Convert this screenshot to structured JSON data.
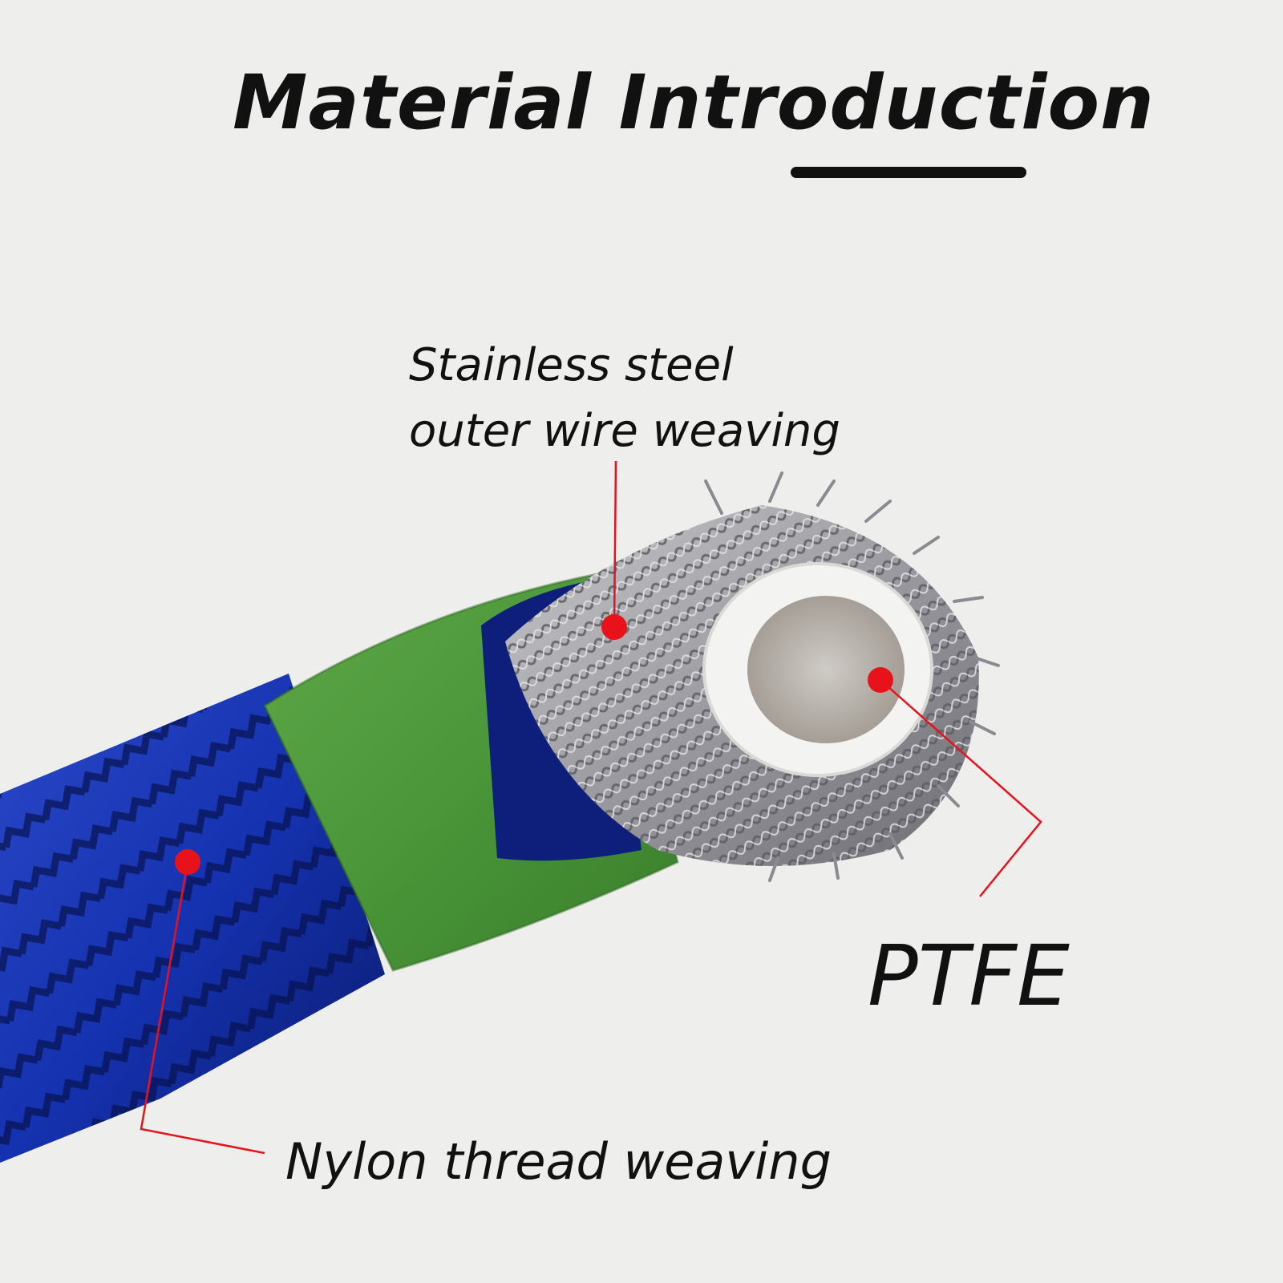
{
  "header": {
    "title": "Material Introduction"
  },
  "callouts": [
    {
      "id": "stainless",
      "label_line1": "Stainless steel",
      "label_line2": "outer wire weaving"
    },
    {
      "id": "ptfe",
      "label": "PTFE"
    },
    {
      "id": "nylon",
      "label": "Nylon thread weaving"
    }
  ],
  "colors": {
    "background": "#eeeeec",
    "nylon_blue": "#1530a8",
    "sleeve_green": "#4f9a3c",
    "steel": "#a9a9ad",
    "ptfe_white": "#f2f2f0",
    "callout_red": "#e8121b",
    "text": "#111111"
  }
}
